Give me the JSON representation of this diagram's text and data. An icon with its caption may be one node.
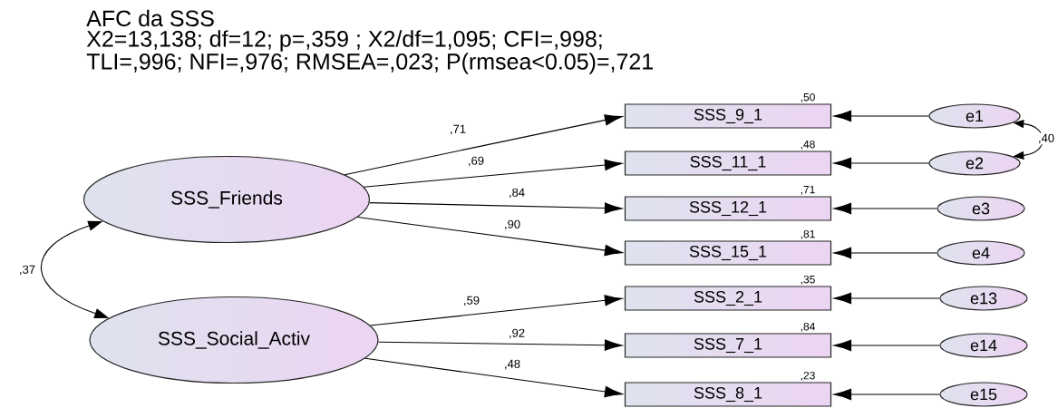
{
  "diagram": {
    "title": "AFC da SSS",
    "nodes": [
      {
        "text": [
          "SSS_Friends"
        ]
      },
      {
        "text": [
          "SSS_Social_Activ"
        ]
      },
      {
        "text": [
          "SSS_9_1"
        ],
        "beside": [
          ",50"
        ]
      },
      {
        "text": [
          "SSS_11_1"
        ],
        "beside": [
          ",48"
        ]
      },
      {
        "text": [
          "SSS_12_1"
        ],
        "beside": [
          ",71"
        ]
      },
      {
        "text": [
          "SSS_15_1"
        ],
        "beside": [
          ",81"
        ]
      },
      {
        "text": [
          "SSS_2_1"
        ],
        "beside": [
          ",35"
        ]
      },
      {
        "text": [
          "SSS_7_1"
        ],
        "beside": [
          ",84"
        ]
      },
      {
        "text": [
          "SSS_8_1"
        ],
        "beside": [
          ",23"
        ]
      },
      {
        "text": [
          "e1"
        ]
      },
      {
        "text": [
          "e2"
        ]
      },
      {
        "text": [
          "e3"
        ]
      },
      {
        "text": [
          "e4"
        ]
      },
      {
        "text": [
          "e13"
        ]
      },
      {
        "text": [
          "e14"
        ]
      },
      {
        "text": [
          "e15"
        ]
      }
    ],
    "edges": [
      {
        "from": 0,
        "to": 2,
        "arrow": "to",
        "label": ",71"
      },
      {
        "from": 0,
        "to": 3,
        "arrow": "to",
        "label": ",69"
      },
      {
        "from": 0,
        "to": 4,
        "arrow": "to",
        "label": ",84"
      },
      {
        "from": 0,
        "to": 5,
        "arrow": "to",
        "label": ",90"
      },
      {
        "from": 1,
        "to": 6,
        "arrow": "to",
        "label": ",59"
      },
      {
        "from": 1,
        "to": 7,
        "arrow": "to",
        "label": ",92"
      },
      {
        "from": 1,
        "to": 8,
        "arrow": "to",
        "label": ",48"
      },
      {
        "from": 9,
        "to": 2,
        "arrow": "to"
      },
      {
        "from": 10,
        "to": 3,
        "arrow": "to"
      },
      {
        "from": 11,
        "to": 4,
        "arrow": "to"
      },
      {
        "from": 12,
        "to": 5,
        "arrow": "to"
      },
      {
        "from": 13,
        "to": 6,
        "arrow": "to"
      },
      {
        "from": 14,
        "to": 7,
        "arrow": "to"
      },
      {
        "from": 15,
        "to": 8,
        "arrow": "to"
      },
      {
        "from": 9,
        "to": 10,
        "arrow": "both",
        "label": ",40"
      },
      {
        "from": 0,
        "to": 1,
        "arrow": "both",
        "label": ",37"
      }
    ],
    "labels": [
      "X2=13,138; df=12; p=,359 ; X2/df=1,095; CFI=,998;",
      "TLI=,996; NFI=,976; RMSEA=,023; P(rmsea<0.05)=,721"
    ]
  }
}
